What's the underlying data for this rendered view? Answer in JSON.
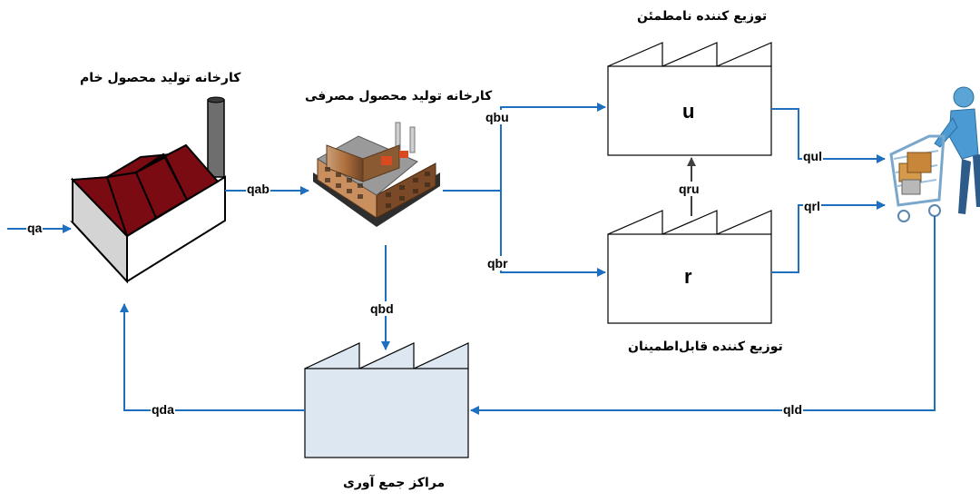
{
  "nodes": {
    "raw_factory": {
      "title": "کارخانه تولید محصول خام",
      "icon": "raw-material-factory-icon"
    },
    "consumer_factory": {
      "title": "کارخانه تولید محصول مصرفی",
      "icon": "manufacturing-plant-icon"
    },
    "unreliable_distributor": {
      "title": "توزیع کننده نامطمئن",
      "letter": "u"
    },
    "reliable_distributor": {
      "title": "توزیع کننده قابل‌اطمینان",
      "letter": "r"
    },
    "collection_centers": {
      "title": "مراکز جمع آوری"
    },
    "customer": {
      "icon": "shopping-cart-customer-icon"
    }
  },
  "flows": {
    "qa": "qa",
    "qab": "qab",
    "qbu": "qbu",
    "qbr": "qbr",
    "qbd": "qbd",
    "qru": "qru",
    "qul": "qul",
    "qrl": "qrl",
    "qld": "qld",
    "qda": "qda"
  },
  "colors": {
    "arrow": "#1f6fbf",
    "raw_roof": "#7a0b12",
    "collection_fill": "#dde7f1"
  }
}
